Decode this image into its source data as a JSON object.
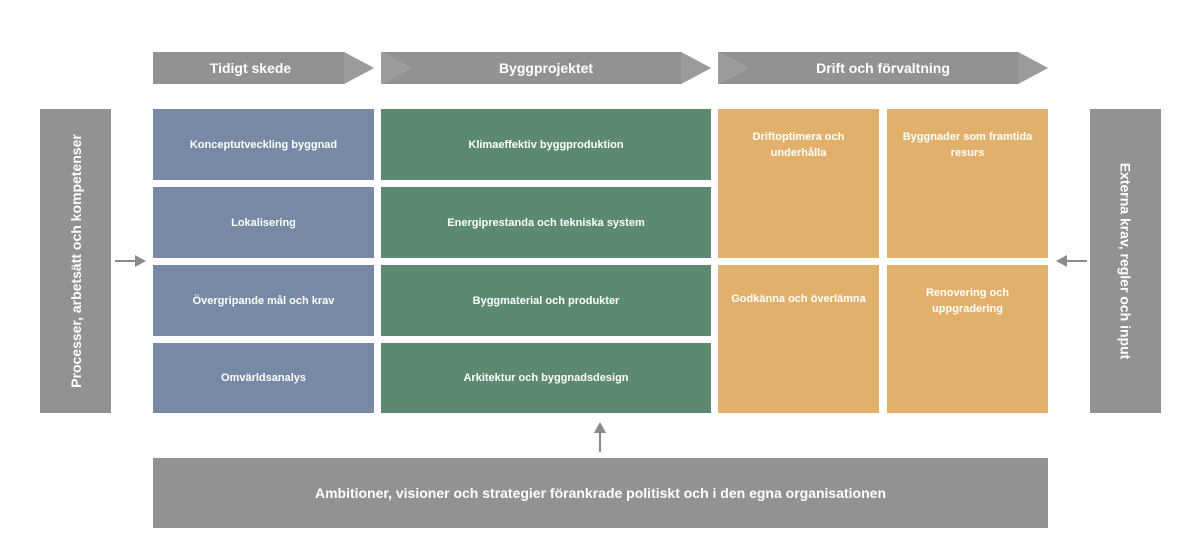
{
  "phases": [
    {
      "label": "Tidigt skede"
    },
    {
      "label": "Byggprojektet"
    },
    {
      "label": "Drift och förvaltning"
    }
  ],
  "early_stage": [
    "Konceptutveckling byggnad",
    "Lokalisering",
    "Övergripande mål och krav",
    "Omvärldsanalys"
  ],
  "building_project": [
    "Klimaeffektiv byggproduktion",
    "Energiprestanda och tekniska system",
    "Byggmaterial och produkter",
    "Arkitektur och byggnadsdesign"
  ],
  "operations": {
    "top_left": "Driftoptimera och underhålla",
    "top_right": "Byggnader som framtida resurs",
    "bottom_left": "Godkänna och överlämna",
    "bottom_right": "Renovering och uppgradering"
  },
  "left_side": "Processer, arbetsätt och kompetenser",
  "right_side": "Externa krav, regler och input",
  "bottom": "Ambitioner, visioner och strategier förankrade politiskt och i den egna organisationen",
  "colors": {
    "blue": "#7889a6",
    "green": "#5b8a71",
    "orange": "#e1b06a",
    "grey": "#929292"
  }
}
